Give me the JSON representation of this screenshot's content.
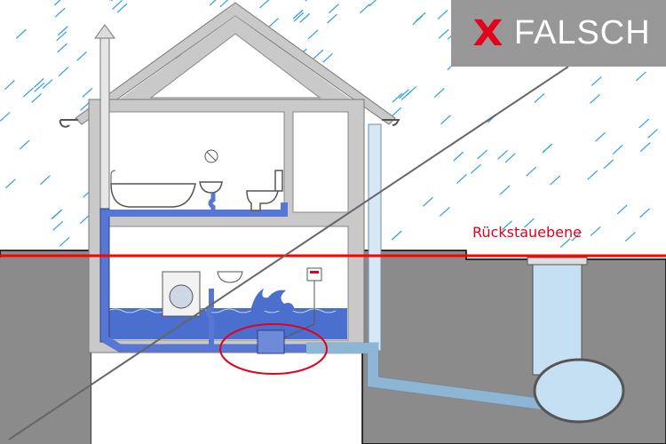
{
  "badge": {
    "mark": "X",
    "text": "FALSCH",
    "mark_color": "#e5001c"
  },
  "backflow_label": "Rückstauebene",
  "colors": {
    "pipe": "#5877d4",
    "water": "#4a6fcf",
    "ground": "#8c8b8c",
    "wall": "#c9c9c9",
    "backflow_line": "#ff0000",
    "rain": "#2f9fe0"
  },
  "icons": [
    "rain",
    "house",
    "bathtub",
    "sink",
    "toilet",
    "washing-machine",
    "backflow-valve",
    "manhole",
    "sewer-pipe"
  ]
}
